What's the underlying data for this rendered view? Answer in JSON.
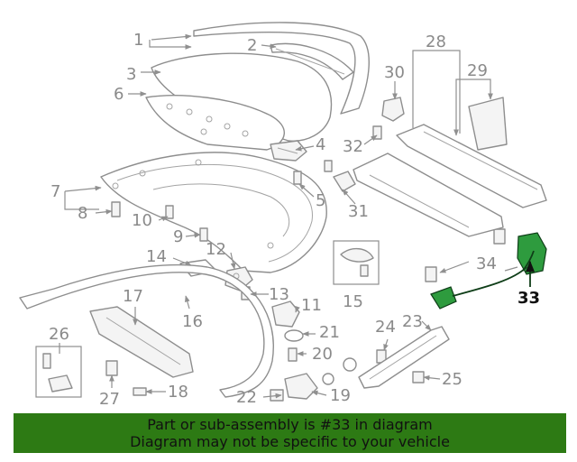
{
  "diagram": {
    "callouts": [
      {
        "id": "1",
        "label": "1"
      },
      {
        "id": "2",
        "label": "2"
      },
      {
        "id": "3",
        "label": "3"
      },
      {
        "id": "4",
        "label": "4"
      },
      {
        "id": "5",
        "label": "5"
      },
      {
        "id": "6",
        "label": "6"
      },
      {
        "id": "7",
        "label": "7"
      },
      {
        "id": "8",
        "label": "8"
      },
      {
        "id": "9",
        "label": "9"
      },
      {
        "id": "10",
        "label": "10"
      },
      {
        "id": "11",
        "label": "11"
      },
      {
        "id": "12",
        "label": "12"
      },
      {
        "id": "13",
        "label": "13"
      },
      {
        "id": "14",
        "label": "14"
      },
      {
        "id": "15",
        "label": "15"
      },
      {
        "id": "16",
        "label": "16"
      },
      {
        "id": "17",
        "label": "17"
      },
      {
        "id": "18",
        "label": "18"
      },
      {
        "id": "19",
        "label": "19"
      },
      {
        "id": "20",
        "label": "20"
      },
      {
        "id": "21",
        "label": "21"
      },
      {
        "id": "22",
        "label": "22"
      },
      {
        "id": "23",
        "label": "23"
      },
      {
        "id": "24",
        "label": "24"
      },
      {
        "id": "25",
        "label": "25"
      },
      {
        "id": "26",
        "label": "26"
      },
      {
        "id": "27",
        "label": "27"
      },
      {
        "id": "28",
        "label": "28"
      },
      {
        "id": "29",
        "label": "29"
      },
      {
        "id": "30",
        "label": "30"
      },
      {
        "id": "31",
        "label": "31"
      },
      {
        "id": "32",
        "label": "32"
      },
      {
        "id": "33",
        "label": "33"
      },
      {
        "id": "34",
        "label": "34"
      }
    ],
    "highlighted_part": "33",
    "highlight_color": "#2e9b3e"
  },
  "banner": {
    "line1": "Part or sub-assembly is #33 in diagram",
    "line2": "Diagram may not be specific to your vehicle",
    "background": "#2d7a14"
  }
}
